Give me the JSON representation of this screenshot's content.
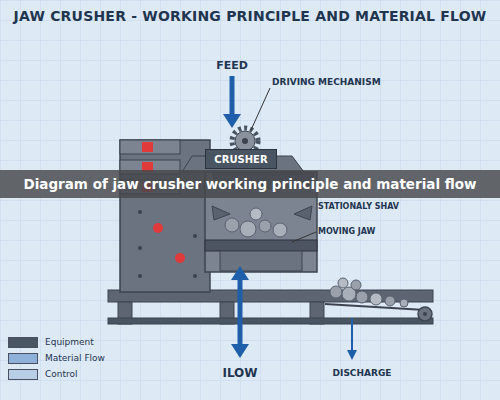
{
  "diagram": {
    "title": "JAW CRUSHER - WORKING PRINCIPLE AND MATERIAL FLOW",
    "caption": "Diagram of jaw crusher working principle and material flow",
    "nodes": [
      {
        "text": [
          "CRUSHER"
        ]
      }
    ],
    "labels": [
      "FEED",
      "DRIVING MECHANISM",
      "STATIONALY SHAV",
      "MOVING JAW",
      "ILOW",
      "DISCHARGE"
    ],
    "legend": [
      {
        "text": "Equipment",
        "color": "#4a5563"
      },
      {
        "text": "Material Flow",
        "color": "#8fb0d8"
      },
      {
        "text": "Control",
        "color": "#b8cde6"
      }
    ]
  }
}
